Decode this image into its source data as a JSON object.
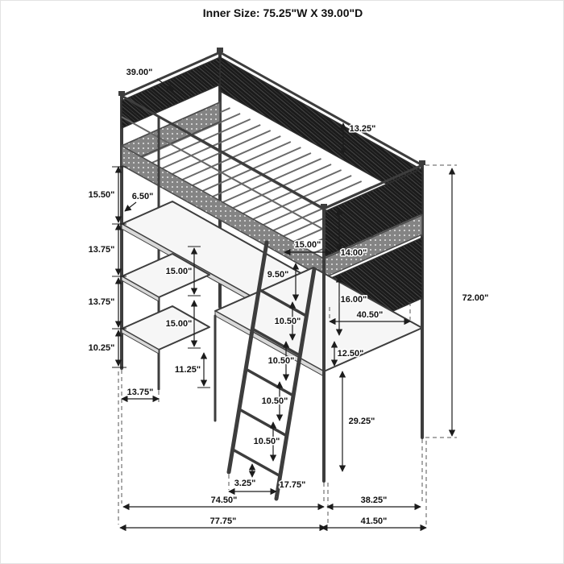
{
  "title": "Inner Size: 75.25\"W X 39.00\"D",
  "dimensions": {
    "top_depth": "39.00\"",
    "guard_height": "13.25\"",
    "left_top_gap": "15.50\"",
    "shelf_inset": "6.50\"",
    "left_gap_2": "13.75\"",
    "shelf_span_1": "15.00\"",
    "left_gap_3": "13.75\"",
    "shelf_span_2": "15.00\"",
    "left_gap_4": "10.25\"",
    "leg_clear": "11.25\"",
    "shelf_width": "13.75\"",
    "ladder_top_opening": "15.00\"",
    "end_guard_height": "14.00\"",
    "ladder_top_gap": "9.50\"",
    "end_panel_height": "16.00\"",
    "rung_1": "10.50\"",
    "desk_width": "40.50\"",
    "desk_gap": "12.50\"",
    "rung_2": "10.50\"",
    "rung_3": "10.50\"",
    "desk_height": "29.25\"",
    "rung_4": "10.50\"",
    "overall_height": "72.00\"",
    "ladder_foot": "3.25\"",
    "ladder_width": "17.75\"",
    "frame_width": "74.50\"",
    "frame_depth": "38.25\"",
    "overall_width": "77.75\"",
    "overall_depth": "41.50\""
  }
}
